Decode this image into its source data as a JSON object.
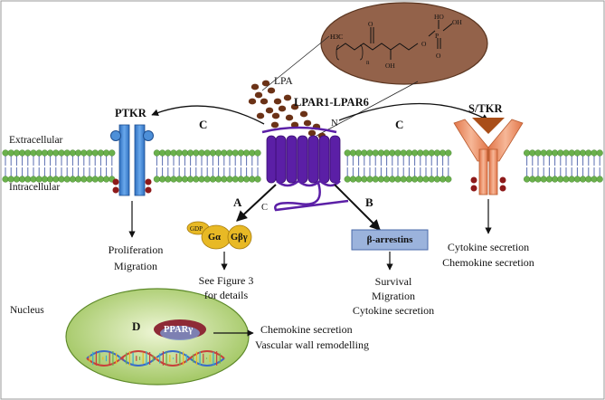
{
  "regions": {
    "extracellular": "Extracellular",
    "intracellular": "Intracellular",
    "nucleus": "Nucleus"
  },
  "molecule": {
    "name": "LPA",
    "formula_ch3": "H3C",
    "subscript_n": "n",
    "oxygen": "O",
    "hydroxyl": "OH",
    "phosphorus": "P",
    "ho_label": "HO",
    "oh_label": "OH"
  },
  "receptors": {
    "lpar": "LPAR1-LPAR6",
    "n_terminus": "N",
    "c_terminus": "C",
    "ptkr": "PTKR",
    "stkr": "S/TKR"
  },
  "pathways": {
    "A": "A",
    "B": "B",
    "C_left": "C",
    "C_right": "C",
    "D": "D"
  },
  "g_protein": {
    "gdp": "GDP",
    "g_alpha": "Gα",
    "g_beta_gamma": "Gβγ"
  },
  "beta_arrestin": "β-arrestins",
  "ppar": "PPARγ",
  "outcomes": {
    "ptkr": [
      "Proliferation",
      "Migration"
    ],
    "g_protein": [
      "See Figure 3",
      "for details"
    ],
    "beta_arrestin": [
      "Survival",
      "Migration",
      "Cytokine secretion"
    ],
    "stkr": [
      "Cytokine secretion",
      "Chemokine secretion"
    ],
    "nucleus": [
      "Chemokine secretion",
      "Vascular wall remodelling"
    ]
  },
  "colors": {
    "membrane_head": "#6ab04c",
    "membrane_tail": "#5b6fb0",
    "receptor_purple": "#5b1fa6",
    "ptkr_blue": "#3a7fd0",
    "stkr_orange": "#e8875a",
    "lpa_brown": "#6b3216",
    "molecule_bg": "#93624a",
    "g_yellow": "#e8b925",
    "arrestin_blue": "#9bb3dc",
    "nucleus_green": "#b8d77a",
    "ppar_red": "#8e2a36"
  }
}
